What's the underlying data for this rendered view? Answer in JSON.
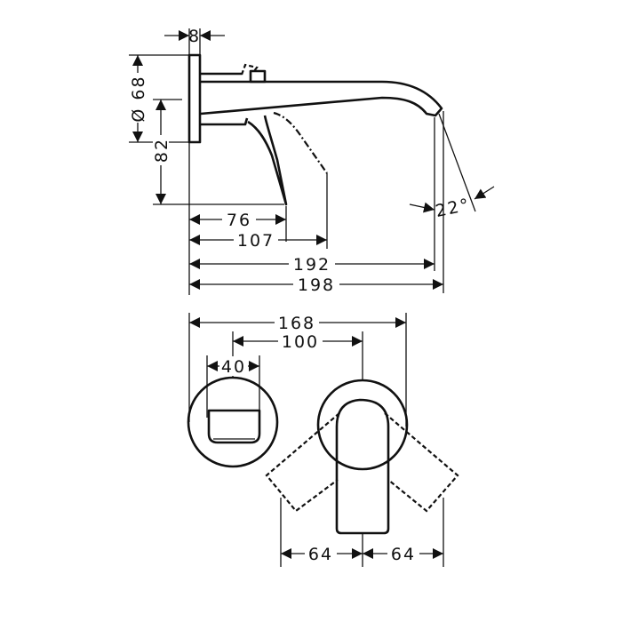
{
  "side_view": {
    "dimensions": {
      "plate_thickness": "8",
      "plate_diameter": "Ø 68",
      "height": "82",
      "lever_depth": "76",
      "lever_open_depth": "107",
      "spout_projection": "192",
      "total_projection": "198",
      "spout_angle": "22°"
    }
  },
  "front_view": {
    "dimensions": {
      "total_width": "168",
      "center_distance": "100",
      "spout_width": "40",
      "lever_swing_left": "64",
      "lever_swing_right": "64"
    }
  }
}
